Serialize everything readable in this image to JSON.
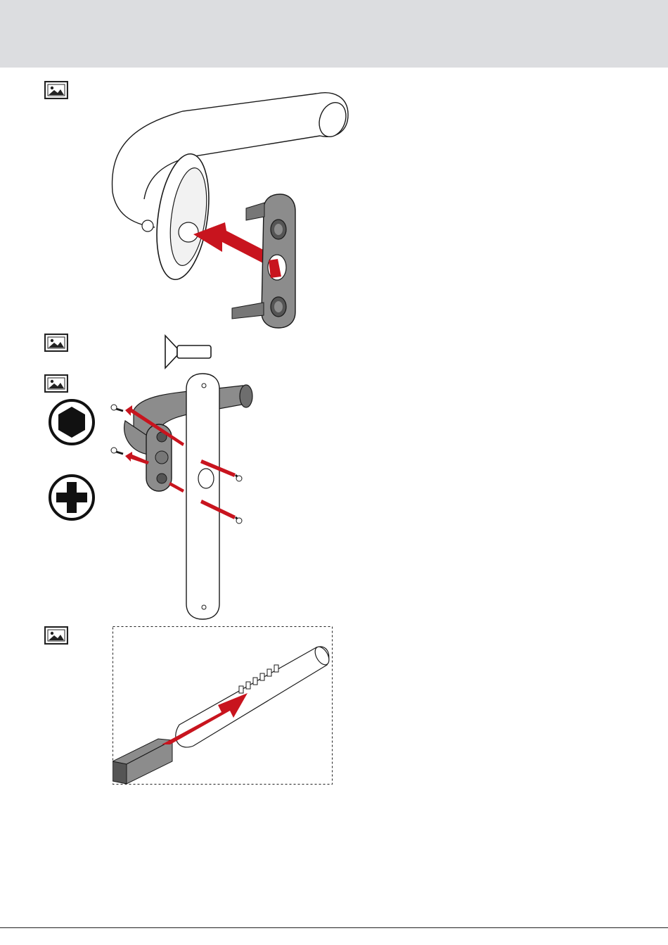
{
  "page": {
    "background": "#ffffff",
    "header_color": "#dcdde0"
  },
  "colors": {
    "arrow": "#c8141e",
    "part_gray": "#8c8c8c",
    "line": "#1a1a1a"
  },
  "steps": [
    {
      "icon": "image-placeholder-icon",
      "illustration": "rosette-insertion"
    },
    {
      "icon": "image-placeholder-icon",
      "illustration": "countersunk-screw"
    },
    {
      "icon": "image-placeholder-icon",
      "illustration": "plate-mounting",
      "tools": [
        "hex-key-icon",
        "phillips-screwdriver-icon"
      ]
    },
    {
      "icon": "image-placeholder-icon",
      "illustration": "spindle-insertion"
    }
  ]
}
